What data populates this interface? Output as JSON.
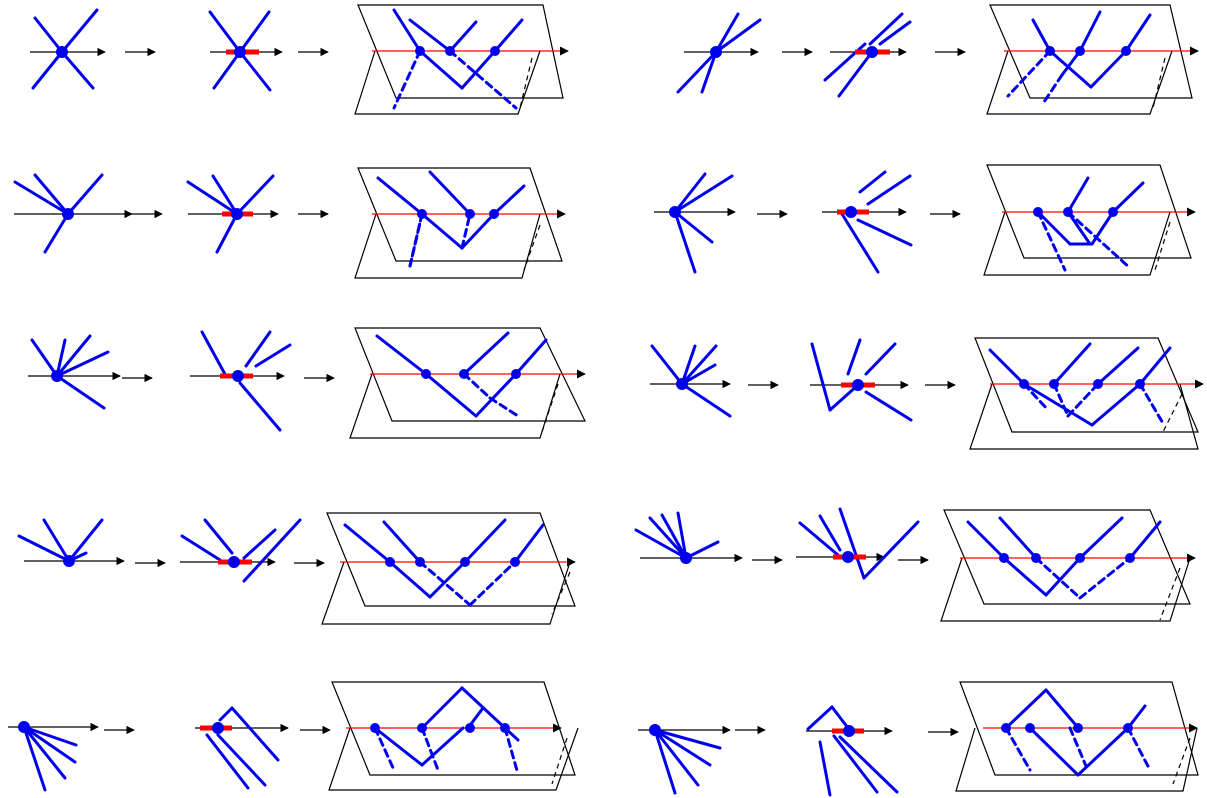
{
  "colors": {
    "branch": "#0000ee",
    "axis": "#000000",
    "real_line": "#ff0000",
    "vertex": "#0000ee",
    "plane": "#000000",
    "background": "#ffffff"
  },
  "figure": {
    "rows": 5,
    "columns": 2,
    "panels_per_row": 3,
    "panel_sequence": [
      "vertex-star",
      "resolved-vertex",
      "folded-plane"
    ]
  }
}
